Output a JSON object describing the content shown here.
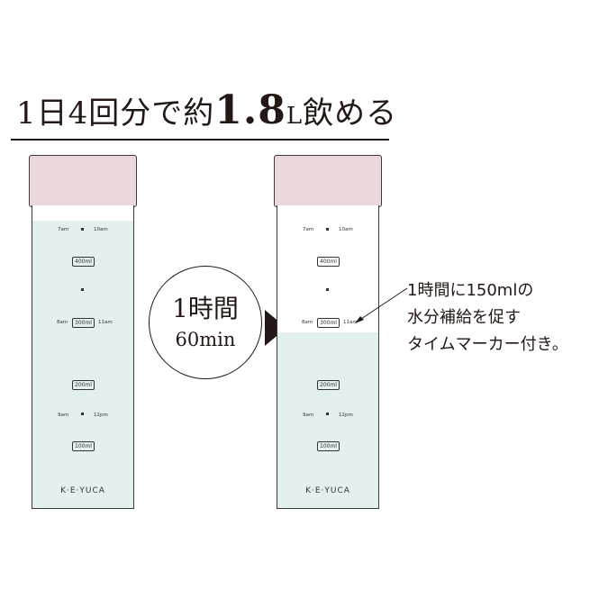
{
  "headline": {
    "prefix": "1日4回分で約",
    "amount": "1.8",
    "unit": "L",
    "suffix": "飲める"
  },
  "bottle": {
    "markers": {
      "t7": "7am",
      "t10": "10am",
      "t8": "8am",
      "t11": "11am",
      "t9": "9am",
      "t12": "12pm",
      "v400": "400ml",
      "v300": "300ml",
      "v200": "200ml",
      "v100": "100ml"
    },
    "brand": "K·E·YUCA"
  },
  "bottle_left": {
    "water_level": 0.95
  },
  "bottle_right": {
    "water_level": 0.58
  },
  "circle": {
    "line1": "1時間",
    "line2": "60min"
  },
  "note": {
    "line1": "1時間に150mlの",
    "line2": "水分補給を促す",
    "line3": "タイムマーカー付き。"
  },
  "colors": {
    "cap": "#ead8da",
    "water": "#e2f0f0",
    "ink": "#231815"
  }
}
